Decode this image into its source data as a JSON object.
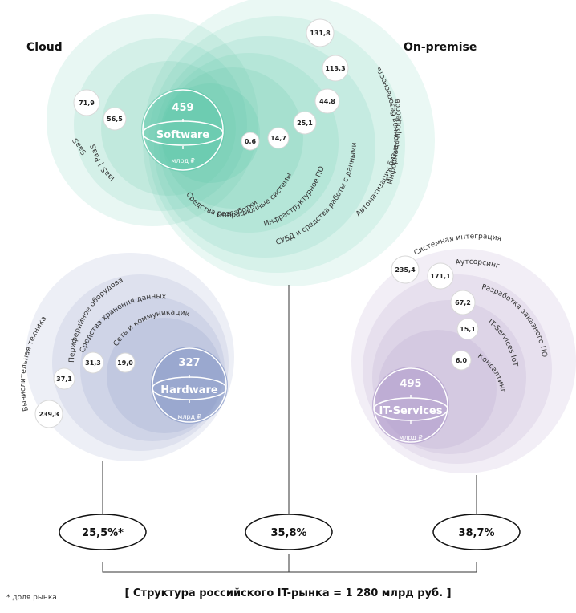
{
  "labels": {
    "cloud": "Cloud",
    "on_premise": "On-premise"
  },
  "footnote": "* доля рынка",
  "title": "[ Структура российского IT-рынка = 1 280 млрд руб. ]",
  "colors": {
    "software": "#5cc6a9",
    "hardware": "#8c9dc9",
    "it_services": "#b7a3cf"
  },
  "segments": {
    "software": {
      "value": "459",
      "name": "Software",
      "unit": "млрд ₽"
    },
    "hardware": {
      "value": "327",
      "name": "Hardware",
      "unit": "млрд ₽"
    },
    "it_services": {
      "value": "495",
      "name": "IT-Services",
      "unit": "млрд ₽"
    }
  },
  "cloud_items": [
    {
      "value": "71,9",
      "label": "SaaS"
    },
    {
      "value": "56,5",
      "label": "IaaS | PaaS"
    }
  ],
  "software_items": [
    {
      "value": "0,6",
      "label": "Средства разработки"
    },
    {
      "value": "14,7",
      "label": "Операционные системы"
    },
    {
      "value": "25,1",
      "label": "Инфраструктурное ПО"
    },
    {
      "value": "44,8",
      "label": "СУБД и средства работы с данными"
    },
    {
      "value": "113,3",
      "label": "Автоматизация бизнес-процессов"
    },
    {
      "value": "131,8",
      "label": "Информационная безопасность"
    }
  ],
  "hardware_items": [
    {
      "value": "239,3",
      "label": "Вычислительная техника"
    },
    {
      "value": "37,1",
      "label": "Периферийное оборудование"
    },
    {
      "value": "31,3",
      "label": "Средства хранения данных"
    },
    {
      "value": "19,0",
      "label": "Сеть и коммуникации"
    }
  ],
  "services_items": [
    {
      "value": "235,4",
      "label": "Системная интеграция"
    },
    {
      "value": "171,1",
      "label": "Аутсорсинг"
    },
    {
      "value": "67,2",
      "label": "Разработка заказного ПО"
    },
    {
      "value": "15,1",
      "label": "IT-Services IoT"
    },
    {
      "value": "6,0",
      "label": "Консалтинг"
    }
  ],
  "shares": [
    {
      "value": "25,5%*"
    },
    {
      "value": "35,8%"
    },
    {
      "value": "38,7%"
    }
  ]
}
